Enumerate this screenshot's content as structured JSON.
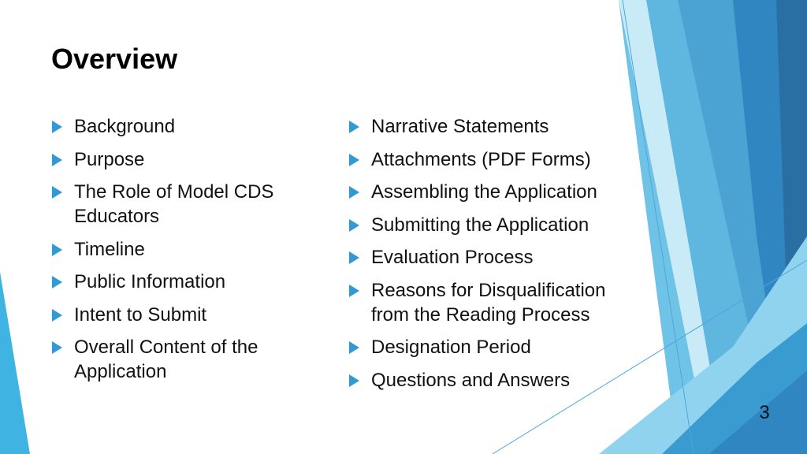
{
  "slide": {
    "title": "Overview",
    "page_number": "3"
  },
  "left_column": {
    "items": [
      "Background",
      "Purpose",
      "The Role of Model CDS Educators",
      "Timeline",
      "Public Information",
      "Intent to Submit",
      "Overall Content of the Application"
    ]
  },
  "right_column": {
    "items": [
      "Narrative Statements",
      "Attachments (PDF Forms)",
      "Assembling the Application",
      "Submitting the Application",
      "Evaluation Process",
      "Reasons for Disqualification from the Reading Process",
      "Designation Period",
      "Questions and Answers"
    ]
  },
  "colors": {
    "bullet": "#2f9ad6",
    "accent_dark": "#2a6fa3",
    "accent_mid": "#3a9bd1",
    "accent_light": "#8fd3ef"
  },
  "icons": {
    "bullet": "triangle-right-icon"
  }
}
